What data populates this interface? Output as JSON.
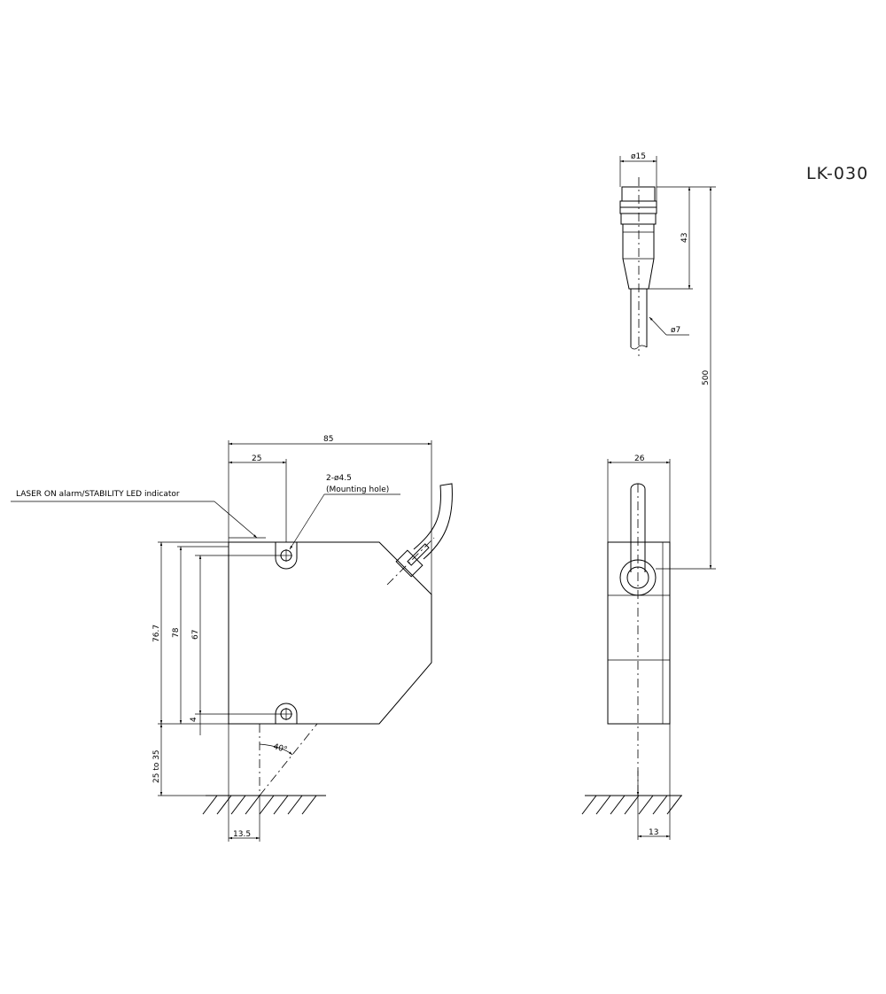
{
  "title": "LK-030",
  "notes": {
    "led_indicator": "LASER ON alarm/STABILITY LED indicator",
    "mounting_hole_spec": "2-ø4.5",
    "mounting_hole_label": "(Mounting hole)"
  },
  "dimensions": {
    "overall_length": "85",
    "hole_offset": "25",
    "height_76_7": "76.7",
    "height_78": "78",
    "hole_pitch": "67",
    "hole_edge": "4",
    "range": "25 to 35",
    "laser_offset": "13.5",
    "angle": "40°",
    "width": "26",
    "side_offset": "13",
    "connector_dia": "ø15",
    "connector_len": "43",
    "cable_dia": "ø7",
    "cable_len": "500"
  }
}
